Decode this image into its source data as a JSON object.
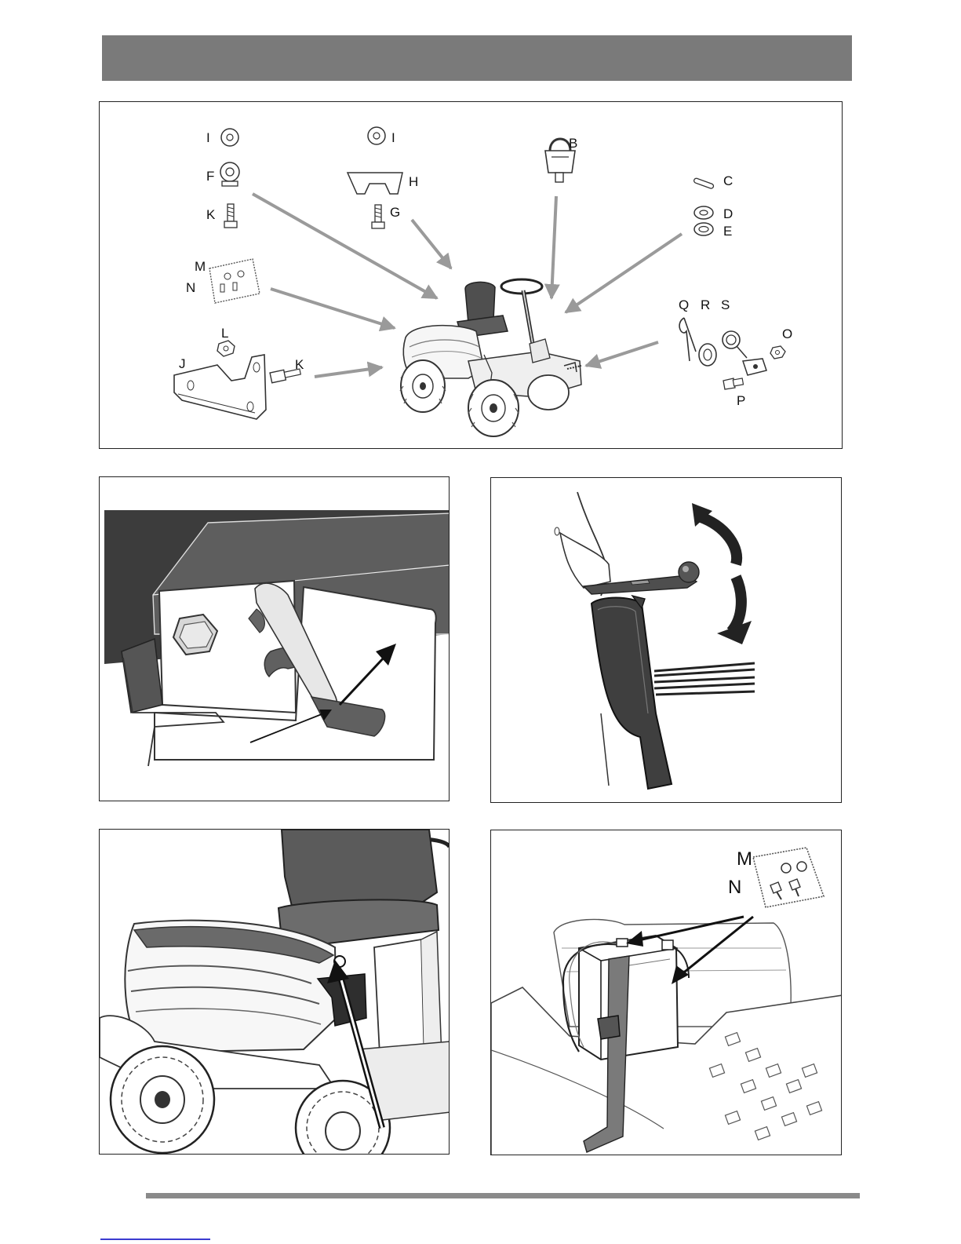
{
  "parts_figure": {
    "labels": {
      "I_left": "I",
      "I_mid": "I",
      "B": "B",
      "F": "F",
      "H": "H",
      "C": "C",
      "K_top": "K",
      "G": "G",
      "D": "D",
      "E": "E",
      "M": "M",
      "N": "N",
      "Q": "Q",
      "R": "R",
      "S": "S",
      "O": "O",
      "L": "L",
      "J": "J",
      "K_bottom": "K",
      "P": "P"
    }
  },
  "battery_figure": {
    "labels": {
      "M": "M",
      "N": "N"
    }
  }
}
